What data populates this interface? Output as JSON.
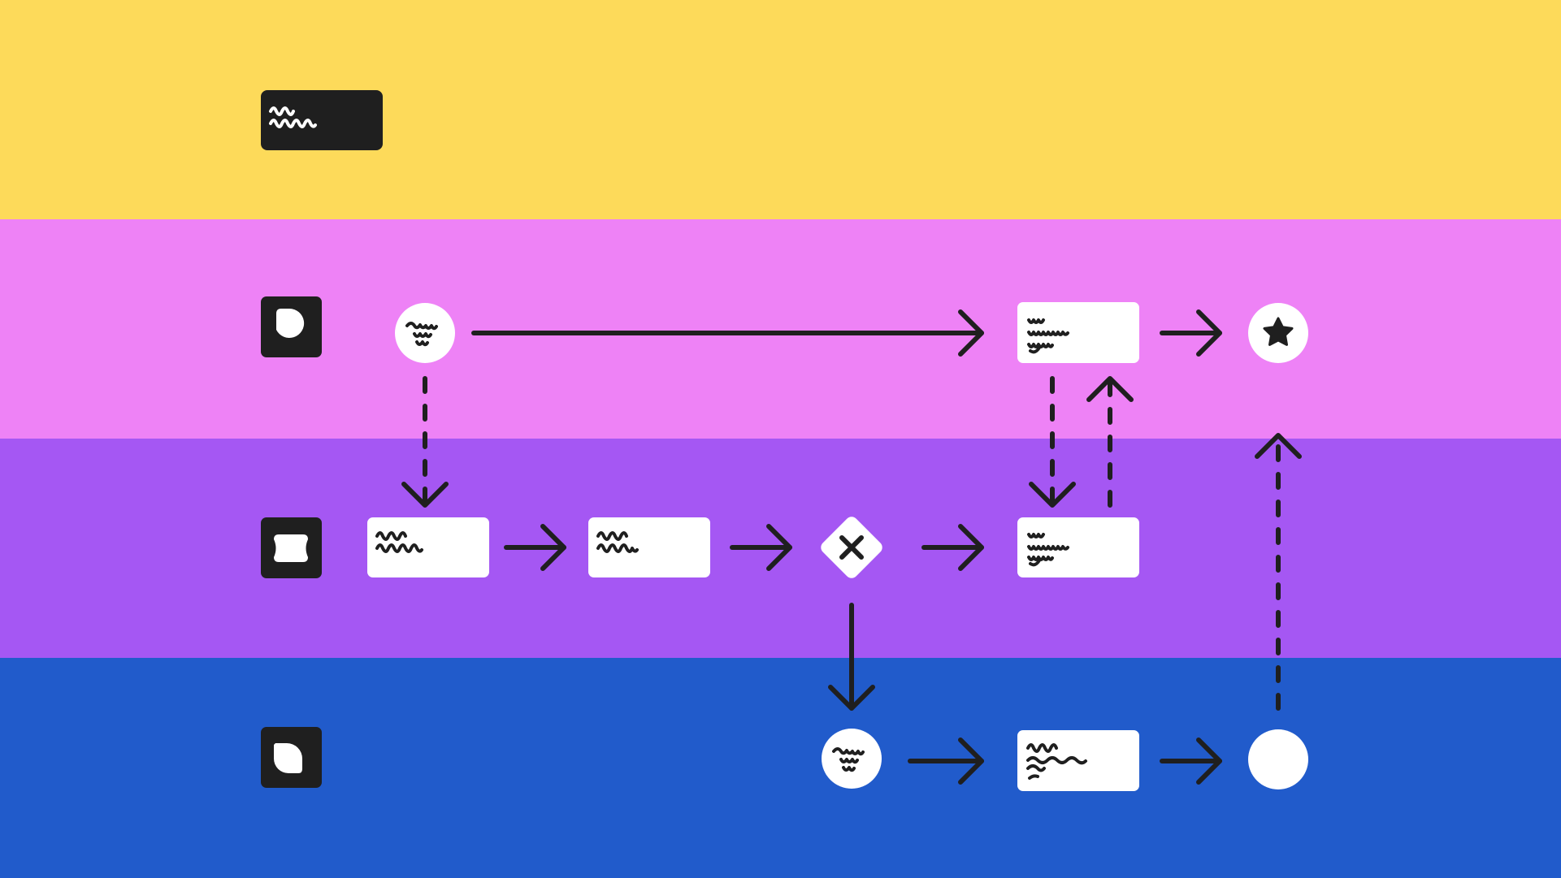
{
  "colors": {
    "lane_1": "#FDDA5A",
    "lane_2": "#EE82F6",
    "lane_3": "#A557F3",
    "lane_4": "#215BCB",
    "ink": "#1F1F1F",
    "node": "#FFFFFF"
  },
  "lanes": [
    {
      "id": "lane-1",
      "header_shape": "wide-label-block"
    },
    {
      "id": "lane-2",
      "header_shape": "rounded-blob-icon"
    },
    {
      "id": "lane-3",
      "header_shape": "pinched-square-icon"
    },
    {
      "id": "lane-4",
      "header_shape": "leaf-blob-icon"
    }
  ],
  "nodes": [
    {
      "id": "start-circle",
      "shape": "circle",
      "lane": "lane-2",
      "content": "scribble-text"
    },
    {
      "id": "task-a",
      "shape": "rect",
      "lane": "lane-2",
      "content": "scribble-text"
    },
    {
      "id": "end-star",
      "shape": "circle",
      "lane": "lane-2",
      "content": "star-icon"
    },
    {
      "id": "task-b",
      "shape": "rect",
      "lane": "lane-3",
      "content": "scribble-text"
    },
    {
      "id": "task-c",
      "shape": "rect",
      "lane": "lane-3",
      "content": "scribble-text"
    },
    {
      "id": "gateway-x",
      "shape": "diamond",
      "lane": "lane-3",
      "content": "x-icon"
    },
    {
      "id": "task-d",
      "shape": "rect",
      "lane": "lane-3",
      "content": "scribble-text"
    },
    {
      "id": "event-circle",
      "shape": "circle",
      "lane": "lane-4",
      "content": "scribble-text"
    },
    {
      "id": "task-e",
      "shape": "rect",
      "lane": "lane-4",
      "content": "scribble-text"
    },
    {
      "id": "end-circle",
      "shape": "circle",
      "lane": "lane-4",
      "content": "empty"
    }
  ],
  "edges": [
    {
      "from": "start-circle",
      "to": "task-a",
      "style": "solid"
    },
    {
      "from": "task-a",
      "to": "end-star",
      "style": "solid"
    },
    {
      "from": "start-circle",
      "to": "task-b",
      "style": "dashed"
    },
    {
      "from": "task-b",
      "to": "task-c",
      "style": "solid"
    },
    {
      "from": "task-c",
      "to": "gateway-x",
      "style": "solid"
    },
    {
      "from": "gateway-x",
      "to": "task-d",
      "style": "solid"
    },
    {
      "from": "task-a",
      "to": "task-d",
      "style": "dashed"
    },
    {
      "from": "task-d",
      "to": "task-a",
      "style": "dashed"
    },
    {
      "from": "gateway-x",
      "to": "event-circle",
      "style": "solid"
    },
    {
      "from": "event-circle",
      "to": "task-e",
      "style": "solid"
    },
    {
      "from": "task-e",
      "to": "end-circle",
      "style": "solid"
    },
    {
      "from": "end-circle",
      "to": "end-star",
      "style": "dashed"
    }
  ]
}
